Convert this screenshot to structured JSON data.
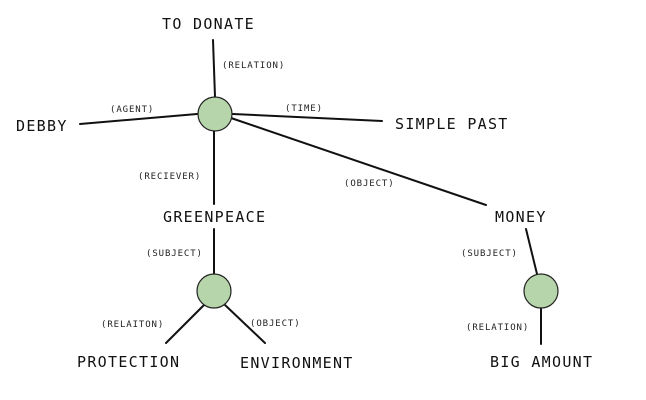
{
  "diagram": {
    "node_color": "#b7d5aa",
    "line_color": "#111111",
    "labels": {
      "to_donate": "TO DONATE",
      "debby": "DEBBY",
      "simple_past": "SIMPLE PAST",
      "greenpeace": "GREENPEACE",
      "money": "MONEY",
      "protection": "PROTECTION",
      "environment": "ENVIRONMENT",
      "big_amount": "BIG AMOUNT"
    },
    "relations": {
      "relation_main": "(RELATION)",
      "agent": "(AGENT)",
      "time": "(TIME)",
      "reciever": "(RECIEVER)",
      "object_main": "(OBJECT)",
      "subject_greenpeace": "(SUBJECT)",
      "relaiton": "(RELAITON)",
      "object_greenpeace": "(OBJECT)",
      "subject_money": "(SUBJECT)",
      "relation_money": "(RELATION)"
    }
  }
}
